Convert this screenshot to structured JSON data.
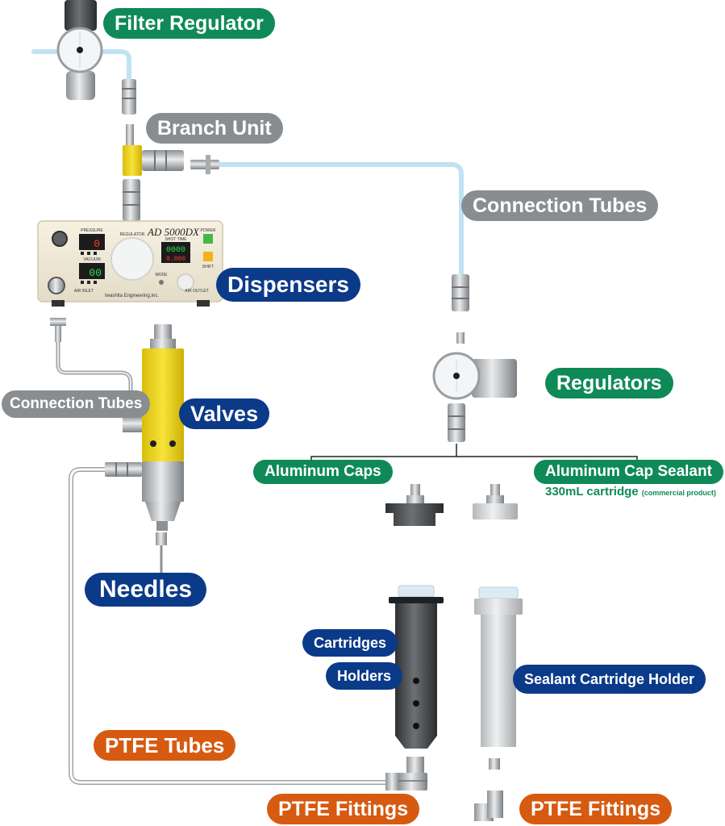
{
  "colors": {
    "green": "#0f8a57",
    "gray": "#8a8d8f",
    "blue": "#0b3a88",
    "orange": "#d65a10",
    "air_tube": "#bfe3f3",
    "valve_yellow": "#f2d81c"
  },
  "labels": {
    "filter_regulator": "Filter Regulator",
    "branch_unit": "Branch Unit",
    "connection_tubes_top": "Connection Tubes",
    "dispensers": "Dispensers",
    "regulators": "Regulators",
    "connection_tubes_left": "Connection Tubes",
    "valves": "Valves",
    "aluminum_caps": "Aluminum Caps",
    "aluminum_cap_sealant": "Aluminum Cap Sealant",
    "cartridge_note_main": "330mL cartridge",
    "cartridge_note_small": "(commercial product)",
    "needles": "Needles",
    "cartridges": "Cartridges",
    "holders": "Holders",
    "sealant_cartridge_holder": "Sealant Cartridge Holder",
    "ptfe_tubes": "PTFE Tubes",
    "ptfe_fittings_left": "PTFE Fittings",
    "ptfe_fittings_right": "PTFE Fittings"
  },
  "dispenser_panel": {
    "model": "AD 5000DX",
    "pressure_label": "PRESSURE",
    "pressure_value": "0",
    "vacuum_label": "VACUUM",
    "vacuum_value": "00",
    "regulator_label": "REGULATOR",
    "shot_time_label": "SHOT TIME",
    "shot_time_value": "0000",
    "shot_time_sub": "0.000",
    "power_label": "POWER",
    "shift_label": "SHIFT",
    "mode_label": "MODE",
    "air_inlet_label": "AIR INLET",
    "air_outlet_label": "AIR OUTLET",
    "brand": "Iwashita Engineering,Inc."
  }
}
